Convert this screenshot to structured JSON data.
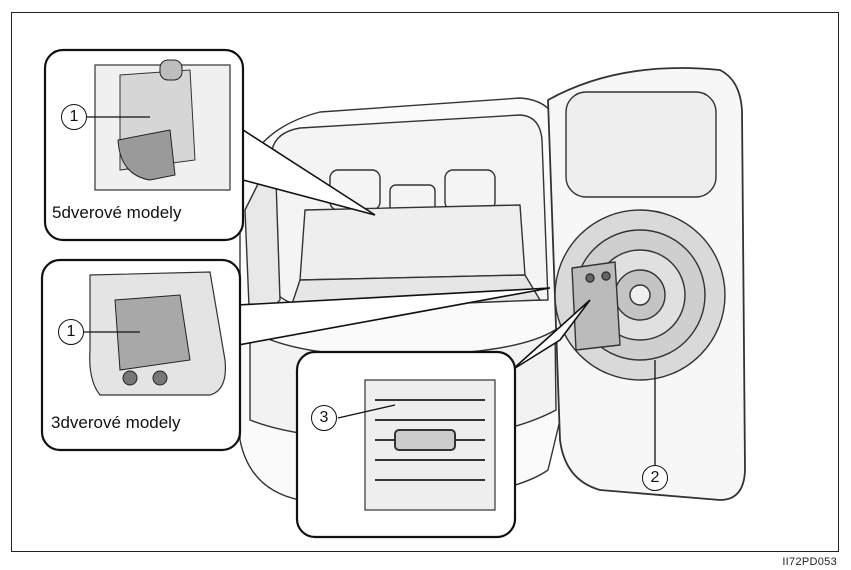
{
  "inset_top": {
    "caption": "5dverové modely",
    "callout": "1"
  },
  "inset_middle": {
    "caption": "3dverové modely",
    "callout": "1"
  },
  "inset_bottom": {
    "callout": "3"
  },
  "door_callout": "2",
  "figure_code": "II72PD053"
}
